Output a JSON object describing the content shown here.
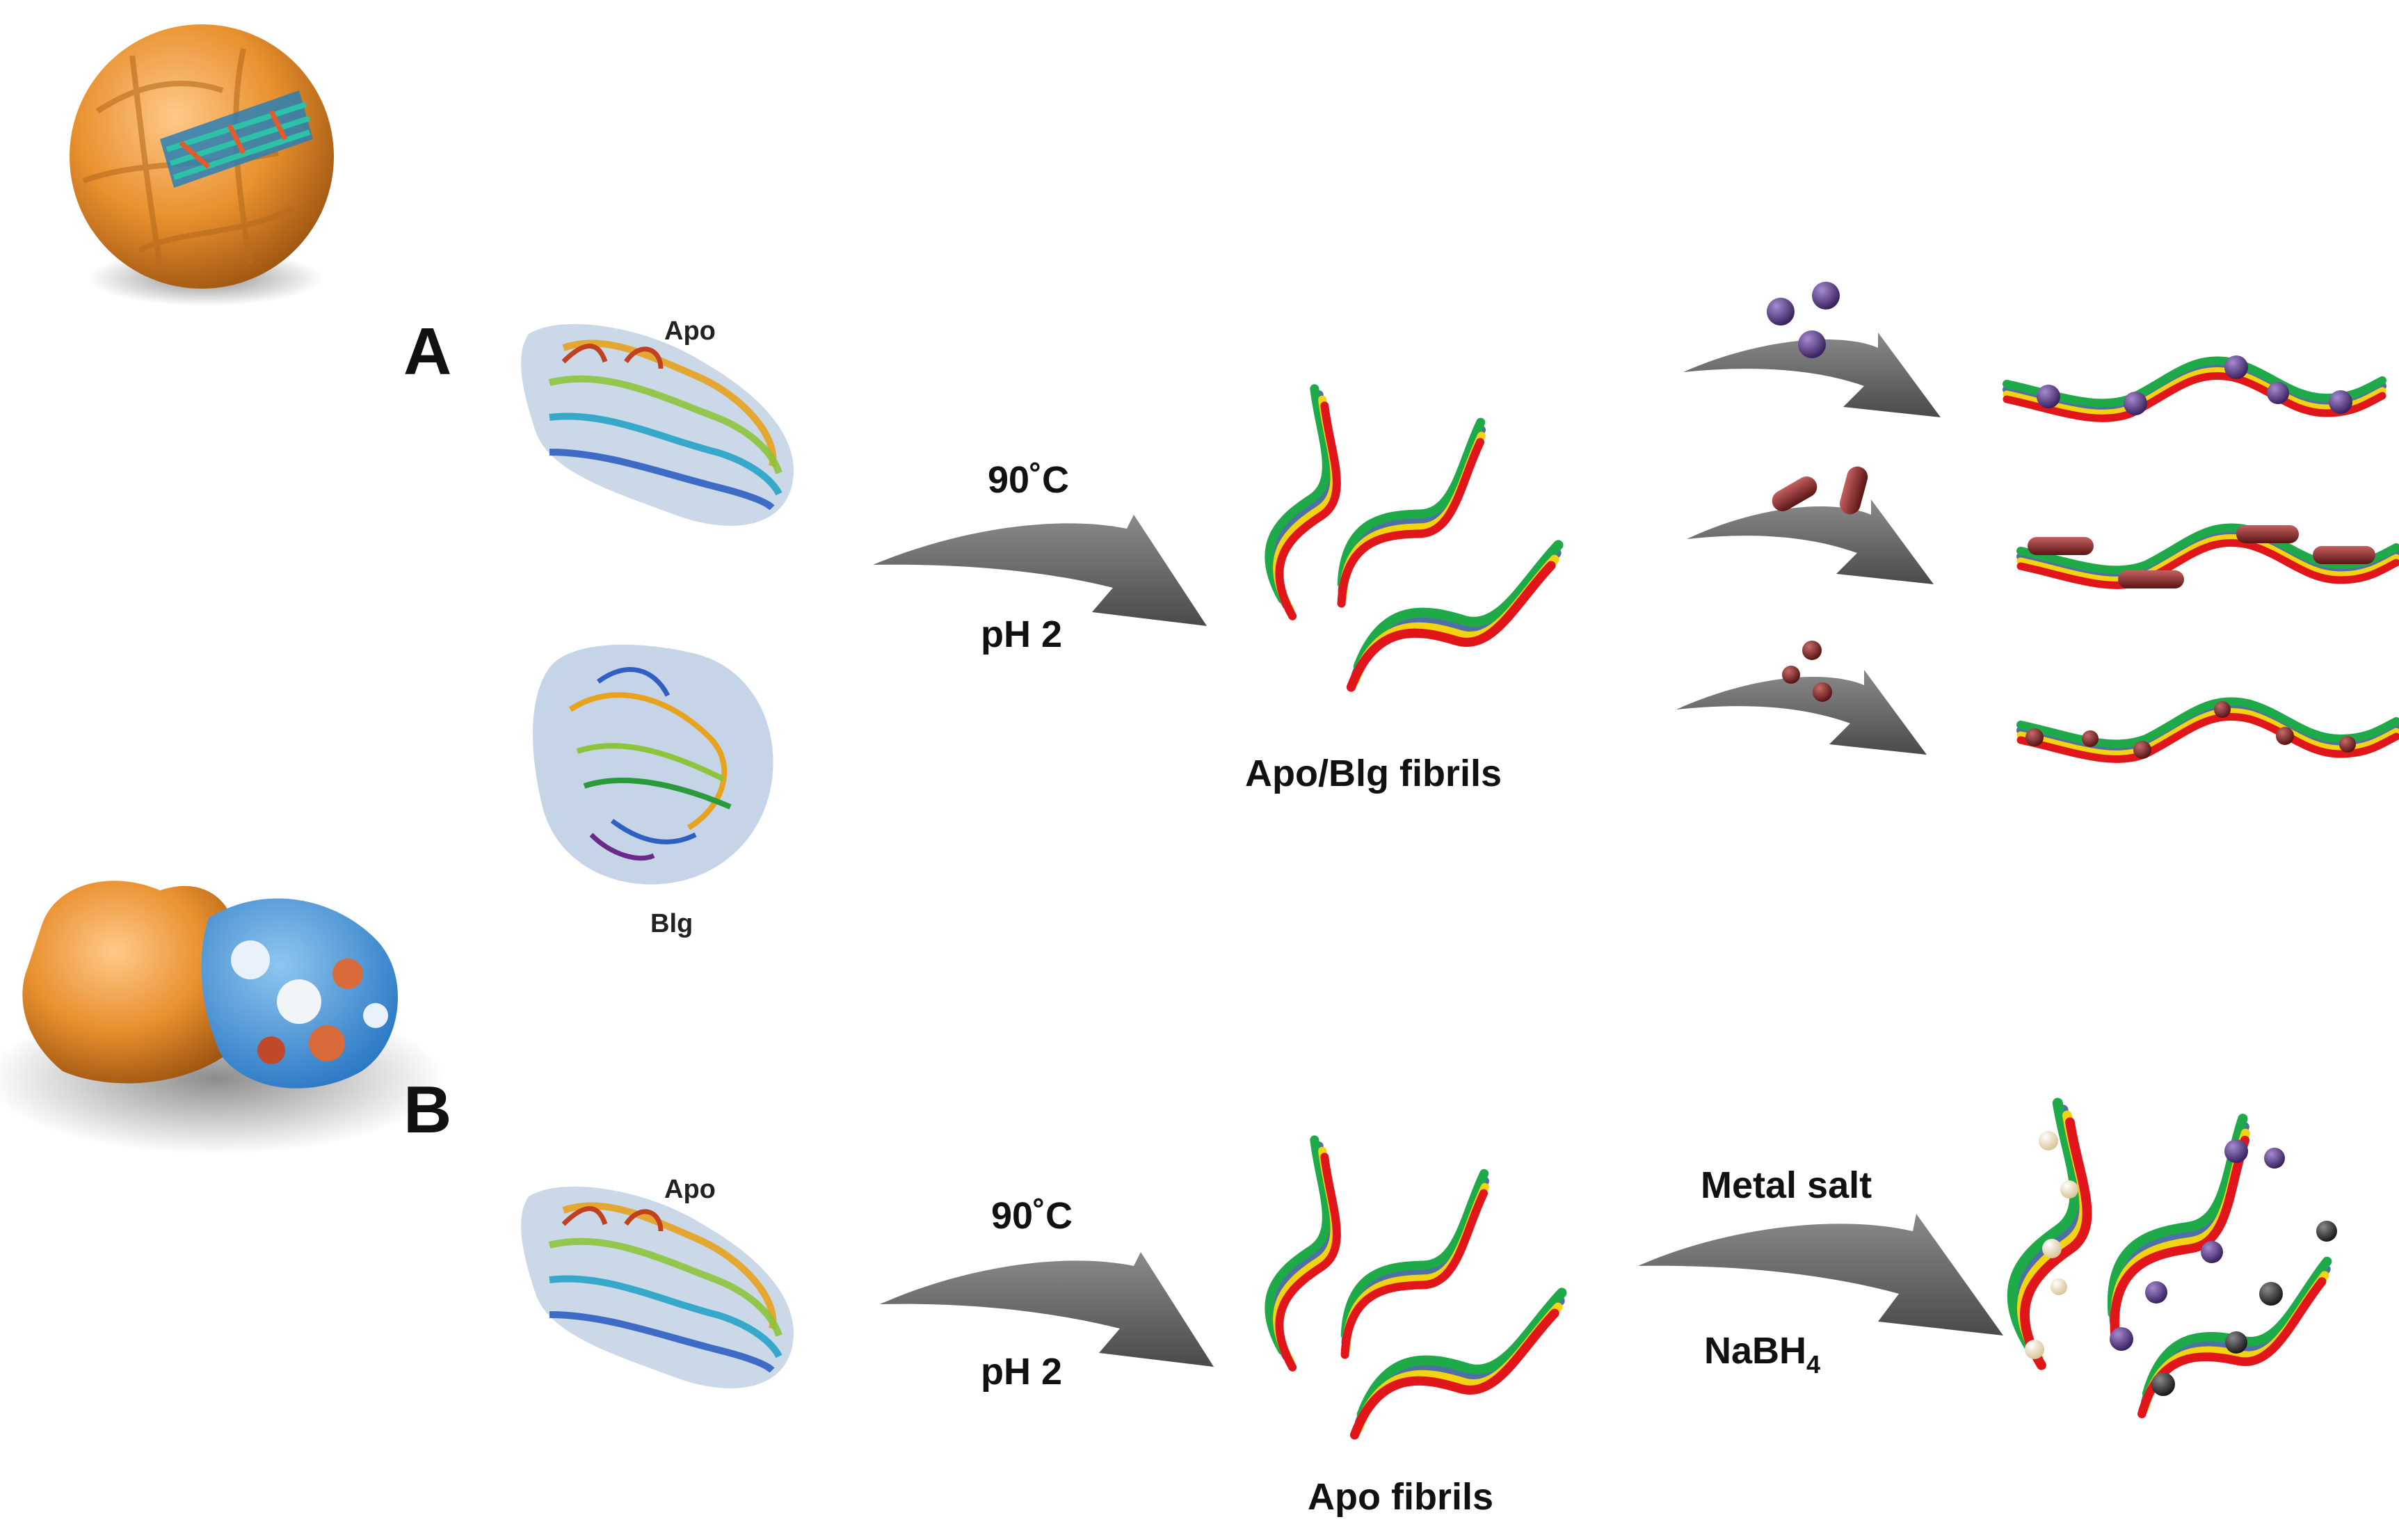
{
  "panels": {
    "a": "A",
    "b": "B"
  },
  "proteins": {
    "apo": "Apo",
    "blg": "Blg"
  },
  "conditions": {
    "temperature": "90˚C",
    "ph": "pH 2",
    "metal_salt": "Metal salt",
    "reductant_base": "NaBH",
    "reductant_sub": "4"
  },
  "captions": {
    "apo_blg_fibrils": "Apo/Blg fibrils",
    "apo_fibrils": "Apo fibrils"
  },
  "colors": {
    "ferritin_shell": "#e8902e",
    "arrow_gray": "#666666",
    "fibril_red": "#e0161b",
    "fibril_yellow": "#f4d311",
    "fibril_green": "#1eaa48",
    "fibril_blue": "#4f6fa6",
    "np_purple": "#5b3b8c",
    "np_maroon": "#7b2424",
    "np_cream": "#f3e6c4",
    "np_dark": "#2b2b2b"
  }
}
